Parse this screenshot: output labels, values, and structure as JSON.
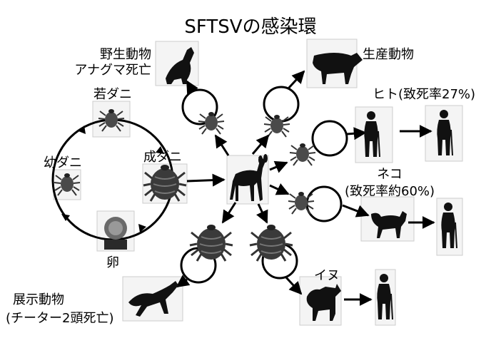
{
  "title": "SFTSVの感染環",
  "labels": {
    "wild_animal": [
      "野生動物",
      "アナグマ死亡"
    ],
    "livestock": "生産動物",
    "human": "ヒト(致死率27%)",
    "cat": [
      "ネコ",
      "(致死率約60%)"
    ],
    "young_tick": "若ダニ",
    "larva_tick": "幼ダニ",
    "adult_tick": "成ダニ",
    "egg": "卵",
    "zoo_animal": [
      "展示動物",
      "(チーター2頭死亡)"
    ],
    "dog": "イヌ"
  },
  "colors": {
    "ink": "#000000",
    "tick_body": "#4a4a4a",
    "photo_frame": "#cccccc",
    "photo_bg": "#f4f4f4"
  }
}
